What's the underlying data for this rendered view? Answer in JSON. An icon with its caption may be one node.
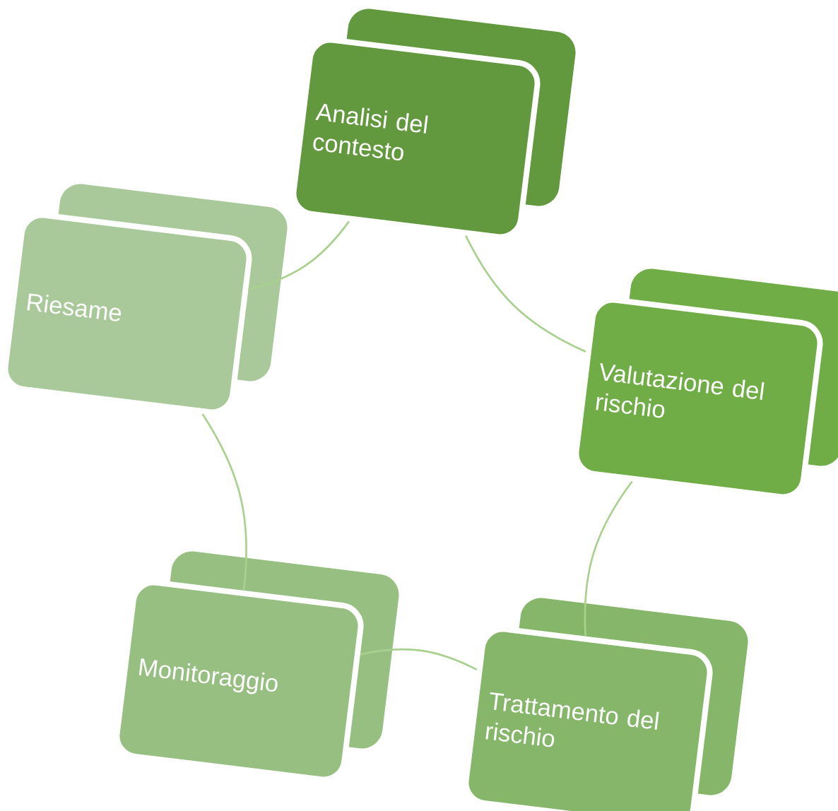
{
  "diagram": {
    "nodes": [
      {
        "text": [
          "Analisi del contesto"
        ]
      },
      {
        "text": [
          "Valutazione del rischio"
        ]
      },
      {
        "text": [
          "Trattamento del rischio"
        ]
      },
      {
        "text": [
          "Monitoraggio"
        ]
      },
      {
        "text": [
          "Riesame"
        ]
      }
    ],
    "edges": [
      {
        "from": 0,
        "to": 1,
        "arrow": "none"
      },
      {
        "from": 1,
        "to": 2,
        "arrow": "none"
      },
      {
        "from": 2,
        "to": 3,
        "arrow": "none"
      },
      {
        "from": 3,
        "to": 4,
        "arrow": "none"
      },
      {
        "from": 4,
        "to": 0,
        "arrow": "none"
      }
    ]
  }
}
